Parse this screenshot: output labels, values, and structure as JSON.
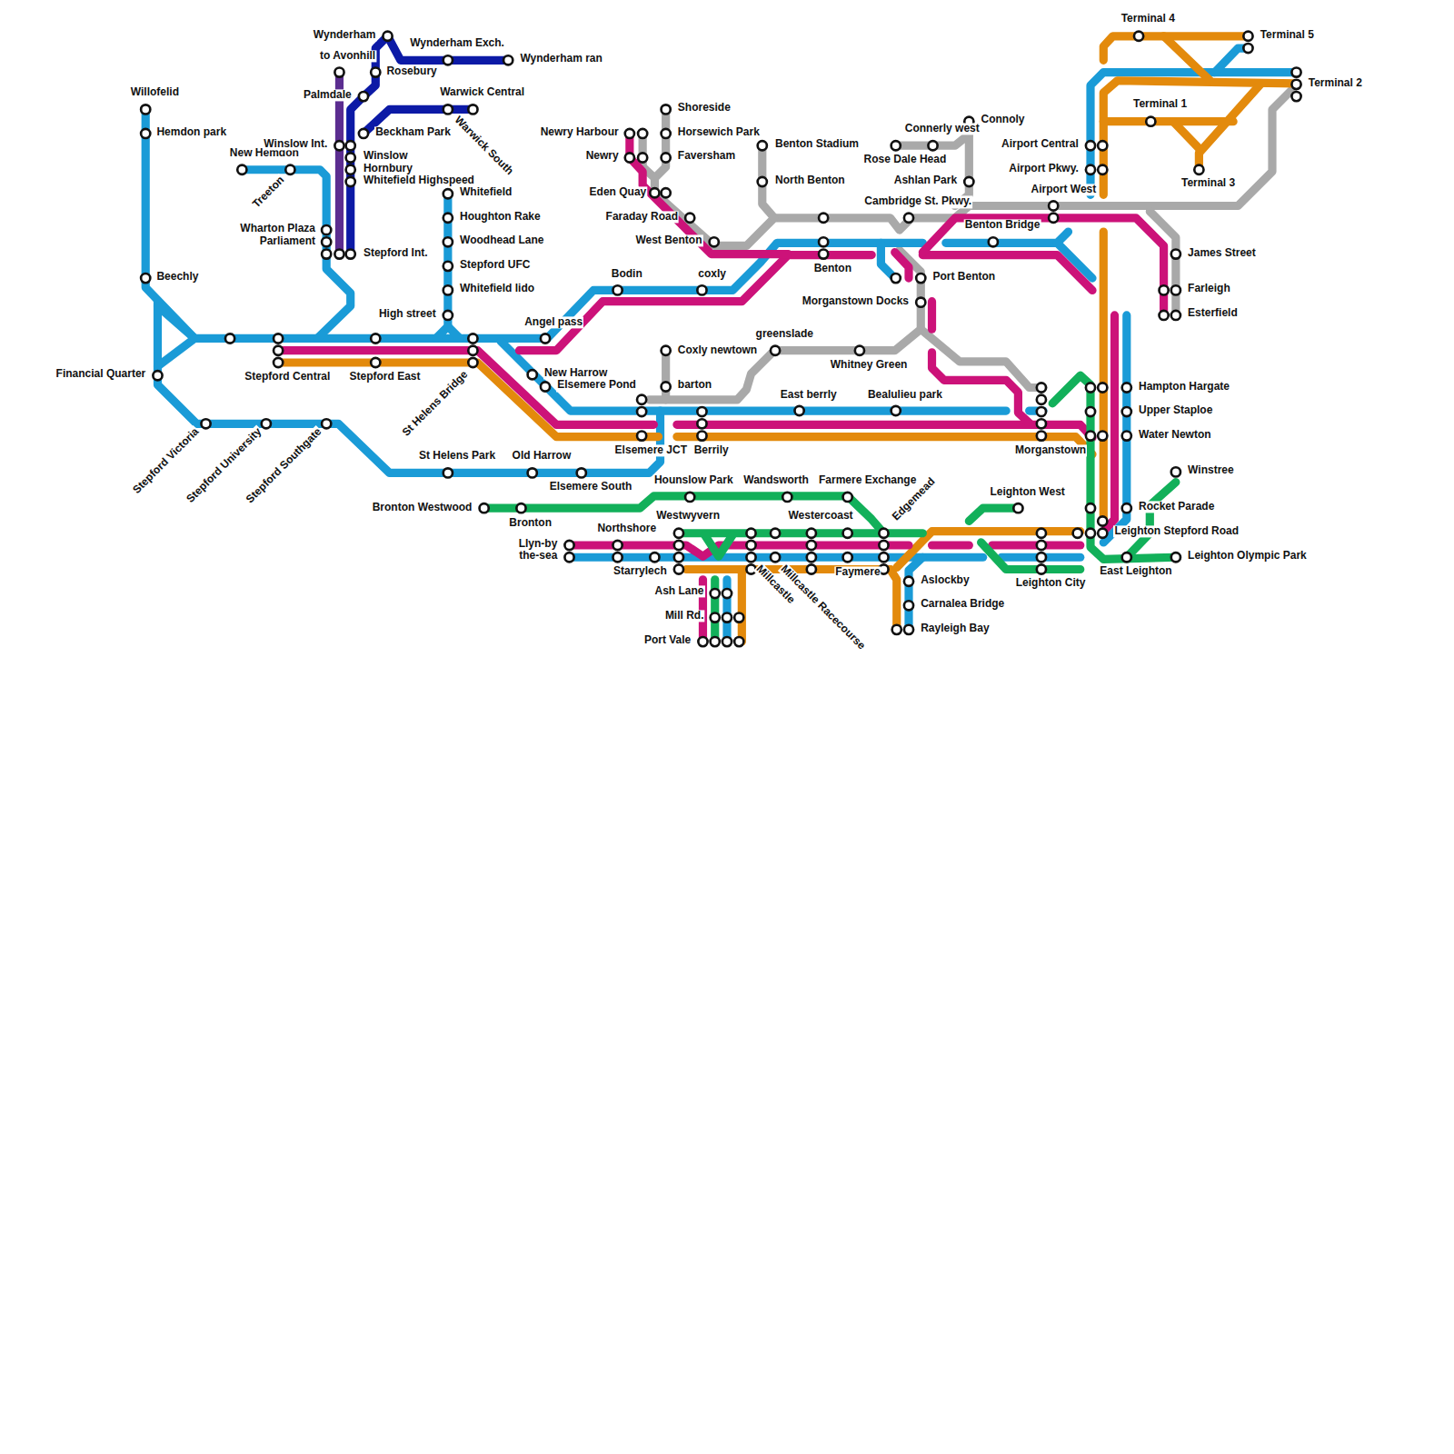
{
  "diagram": {
    "labels": [
      "Willofelid",
      "Hemdon park",
      "Beechly",
      "Financial Quarter",
      "Stepford Victoria",
      "Stepford University",
      "Stepford Southgate",
      "New Hemdon",
      "Treeton",
      "Wharton Plaza",
      "Parliament",
      "to Avonhill",
      "Wynderham",
      "Wynderham Exch.",
      "Wynderham ran",
      "Rosebury",
      "Palmdale",
      "Warwick Central",
      "Warwick South",
      "Winslow Int.",
      "Beckham Park",
      "Winslow",
      "Hornbury",
      "Whitefield Highspeed",
      "Stepford Int.",
      "Whitefield",
      "Houghton Rake",
      "Woodhead Lane",
      "Stepford UFC",
      "Whitefield lido",
      "High street",
      "Stepford Central",
      "Stepford East",
      "St Helens Bridge",
      "Angel pass",
      "Bodin",
      "coxly",
      "New Harrow",
      "Elsemere Pond",
      "Newry Harbour",
      "Newry",
      "Shoreside",
      "Horsewich Park",
      "Faversham",
      "Eden Quay",
      "Faraday Road",
      "West Benton",
      "Benton Stadium",
      "North Benton",
      "Benton",
      "Connerly west",
      "Connoly",
      "Rose Dale Head",
      "Ashlan Park",
      "Cambridge St. Pkwy.",
      "Benton Bridge",
      "Airport West",
      "Port Benton",
      "Morganstown Docks",
      "greenslade",
      "Whitney Green",
      "Coxly newtown",
      "barton",
      "East berrly",
      "Bealulieu park",
      "Elsemere JCT",
      "Berrily",
      "Morganstown",
      "St Helens Park",
      "Old Harrow",
      "Elsemere South",
      "Bronton Westwood",
      "Bronton",
      "Hounslow Park",
      "Wandsworth",
      "Farmere Exchange",
      "Westwyvern",
      "Westercoast",
      "Northshore",
      "Llyn-by",
      "the-sea",
      "Starrylech",
      "Ash Lane",
      "Mill Rd.",
      "Port Vale",
      "Millcastle",
      "Millcastle Racecourse",
      "Faymere",
      "Edgemead",
      "Aslockby",
      "Carnalea Bridge",
      "Rayleigh Bay",
      "Leighton West",
      "Leighton City",
      "East Leighton",
      "Leighton Stepford Road",
      "Leighton Olympic Park",
      "Winstree",
      "Rocket Parade",
      "Hampton Hargate",
      "Upper Staploe",
      "Water Newton",
      "James Street",
      "Farleigh",
      "Esterfield",
      "Airport Central",
      "Airport Pkwy.",
      "Terminal 4",
      "Terminal 5",
      "Terminal 2",
      "Terminal 1",
      "Terminal 3"
    ]
  }
}
